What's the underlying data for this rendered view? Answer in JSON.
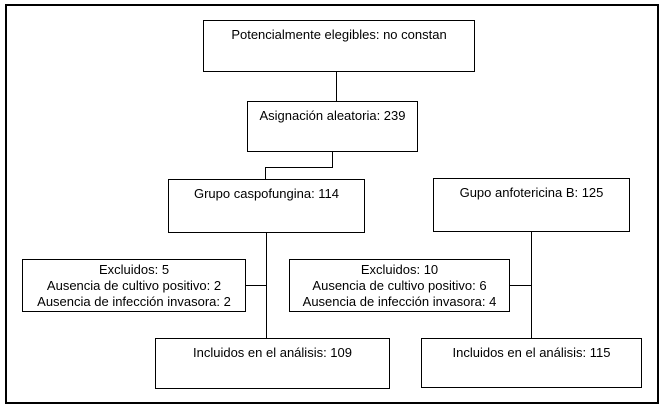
{
  "flowchart": {
    "background_color": "#ffffff",
    "line_color": "#000000",
    "text_color": "#000000",
    "boxes": {
      "potentially_eligible": {
        "text": "Potencialmente elegibles: no constan"
      },
      "random_assignment": {
        "text": "Asignación aleatoria: 239"
      },
      "caspofungin_group": {
        "text": "Grupo caspofungina: 114"
      },
      "amphotericin_group": {
        "text": "Gupo anfotericina B: 125"
      },
      "excluded_caspofungin": {
        "lines": [
          "Excluidos: 5",
          "Ausencia de cultivo positivo: 2",
          "Ausencia de infección invasora: 2"
        ]
      },
      "excluded_amphotericin": {
        "lines": [
          "Excluidos: 10",
          "Ausencia de cultivo positivo: 6",
          "Ausencia de infección invasora: 4"
        ]
      },
      "analyzed_caspofungin": {
        "text": "Incluidos en el análisis: 109"
      },
      "analyzed_amphotericin": {
        "text": "Incluidos en el análisis: 115"
      }
    }
  }
}
